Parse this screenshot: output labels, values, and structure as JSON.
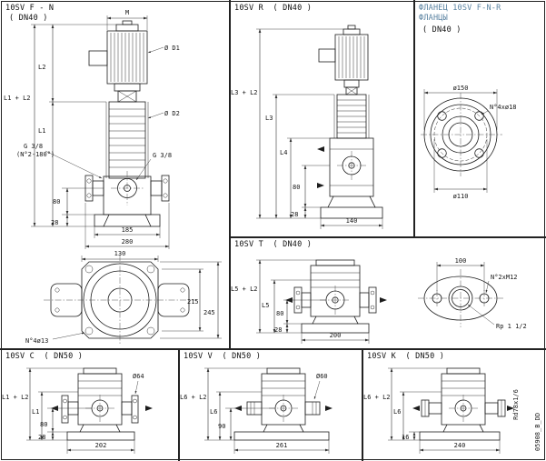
{
  "sheet": {
    "number": "05908_B_DD"
  },
  "colors": {
    "line": "#1c1c1c",
    "accent_title": "#5c84a2",
    "background": "#ffffff"
  },
  "fn": {
    "title1": "10SV F - N",
    "title2": "( DN40 )",
    "m": "M",
    "d1": "Ø D1",
    "d2": "Ø D2",
    "l2": "L2",
    "l1l2": "L1 + L2",
    "l1": "L1",
    "g_left1": "G 3/8",
    "g_left2": "(N°2-180°)",
    "g_right": "G 3/8",
    "h80": "80",
    "h28": "28",
    "w185": "185",
    "w280": "280",
    "fl_w130": "130",
    "fl_h215": "215",
    "fl_h245": "245",
    "fl_holes": "N°4ø13"
  },
  "r": {
    "title": "10SV R  ( DN40 )",
    "l3l2": "L3 + L2",
    "l3": "L3",
    "l4": "L4",
    "h80": "80",
    "h28": "28",
    "w140": "140"
  },
  "dn40flange": {
    "title1": "ФЛАНЕЦ 10SV F-N-R",
    "title2": "ФЛАНЦЫ",
    "title3": "( DN40 )",
    "d150": "ø150",
    "holes": "N°4xø18",
    "d110": "ø110"
  },
  "t": {
    "title": "10SV T  ( DN40 )",
    "l5l2": "L5 + L2",
    "l5": "L5",
    "h80": "80",
    "h28": "28",
    "w200": "200",
    "fl_w100": "100",
    "fl_holes": "N°2xM12",
    "fl_thread": "Rp 1 1/2"
  },
  "c": {
    "title": "10SV C  ( DN50 )",
    "l1l2": "L1 + L2",
    "l1": "L1",
    "h80": "80",
    "h28": "28",
    "w202": "202",
    "port": "Ø64"
  },
  "v": {
    "title": "10SV V  ( DN50 )",
    "l6l2": "L6 + L2",
    "l6": "L6",
    "h90": "90",
    "w261": "261",
    "port": "Ø60"
  },
  "k": {
    "title": "10SV K  ( DN50 )",
    "l6l2": "L6 + L2",
    "l6": "L6",
    "h16": "16",
    "w240": "240",
    "port": "Rd78x1/6"
  }
}
